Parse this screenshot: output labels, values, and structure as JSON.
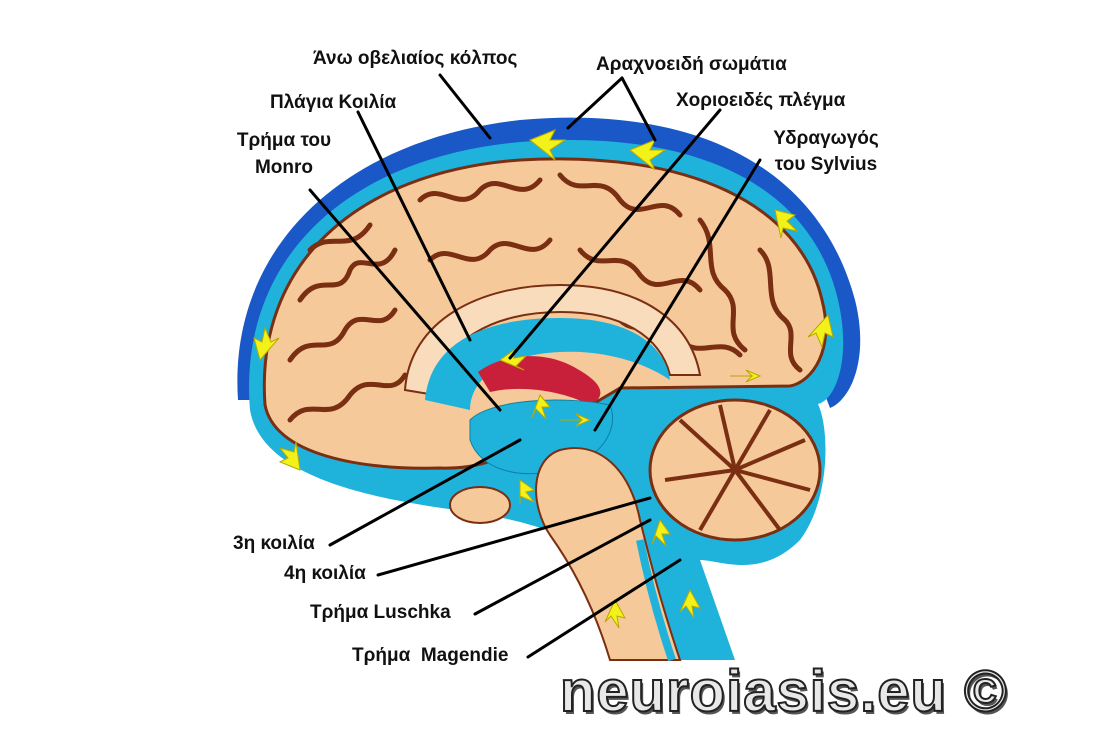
{
  "labels": {
    "superior_sagittal_sinus": "Άνω οβελιαίος κόλπος",
    "arachnoid_granulations": "Αραχνοειδή σωμάτια",
    "lateral_ventricle": "Πλάγια Κοιλία",
    "choroid_plexus": "Χοριοειδές πλέγμα",
    "foramen_monro_line1": "Τρήμα του",
    "foramen_monro_line2": "Monro",
    "aqueduct_line1": "Υδραγωγός",
    "aqueduct_line2": "του Sylvius",
    "third_ventricle": "3η κοιλία",
    "fourth_ventricle": "4η κοιλία",
    "foramen_luschka": "Τρήμα Luschka",
    "foramen_magendie": "Τρήμα  Magendie"
  },
  "watermark": "neuroiasis.eu ©",
  "colors": {
    "csf_blue": "#1fb3dc",
    "sinus_blue": "#1a58c8",
    "brain_tan": "#f6c99a",
    "sulci": "#7a2e12",
    "flow_arrows": "#f2f21a",
    "choroid_red": "#c8203a"
  }
}
